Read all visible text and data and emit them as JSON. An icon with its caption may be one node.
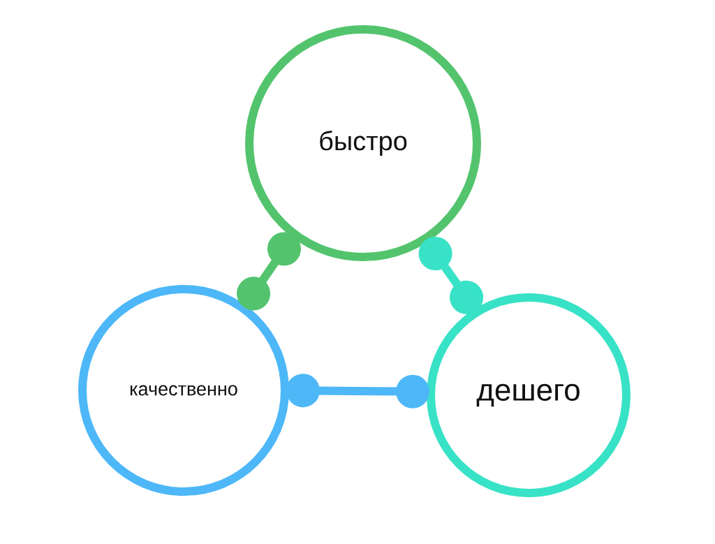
{
  "diagram": {
    "nodes": [
      {
        "text": [
          "быстро"
        ]
      },
      {
        "text": [
          "качественно"
        ]
      },
      {
        "text": [
          "дешего"
        ]
      }
    ],
    "edges": [
      {
        "from": 0,
        "to": 1,
        "arrow": "other",
        "color": "#53c46d"
      },
      {
        "from": 0,
        "to": 2,
        "arrow": "other",
        "color": "#38e2c6"
      },
      {
        "from": 1,
        "to": 2,
        "arrow": "other",
        "color": "#4db7f8"
      }
    ]
  }
}
